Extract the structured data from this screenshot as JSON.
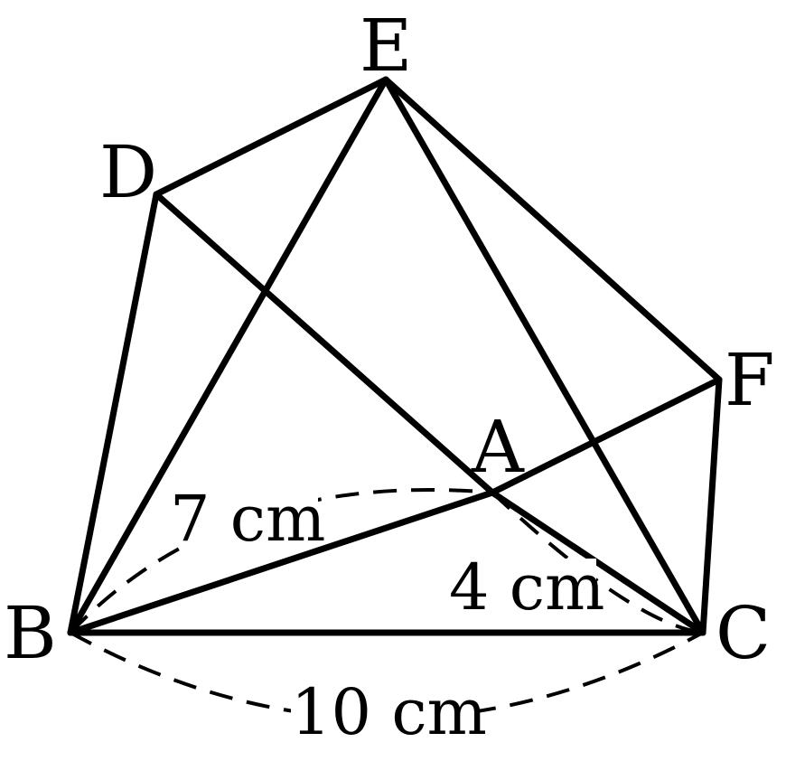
{
  "figure": {
    "vertices": {
      "A": "A",
      "B": "B",
      "C": "C",
      "D": "D",
      "E": "E",
      "F": "F"
    },
    "measurements": {
      "AB": "7 cm",
      "AC": "4 cm",
      "BC": "10 cm"
    }
  }
}
